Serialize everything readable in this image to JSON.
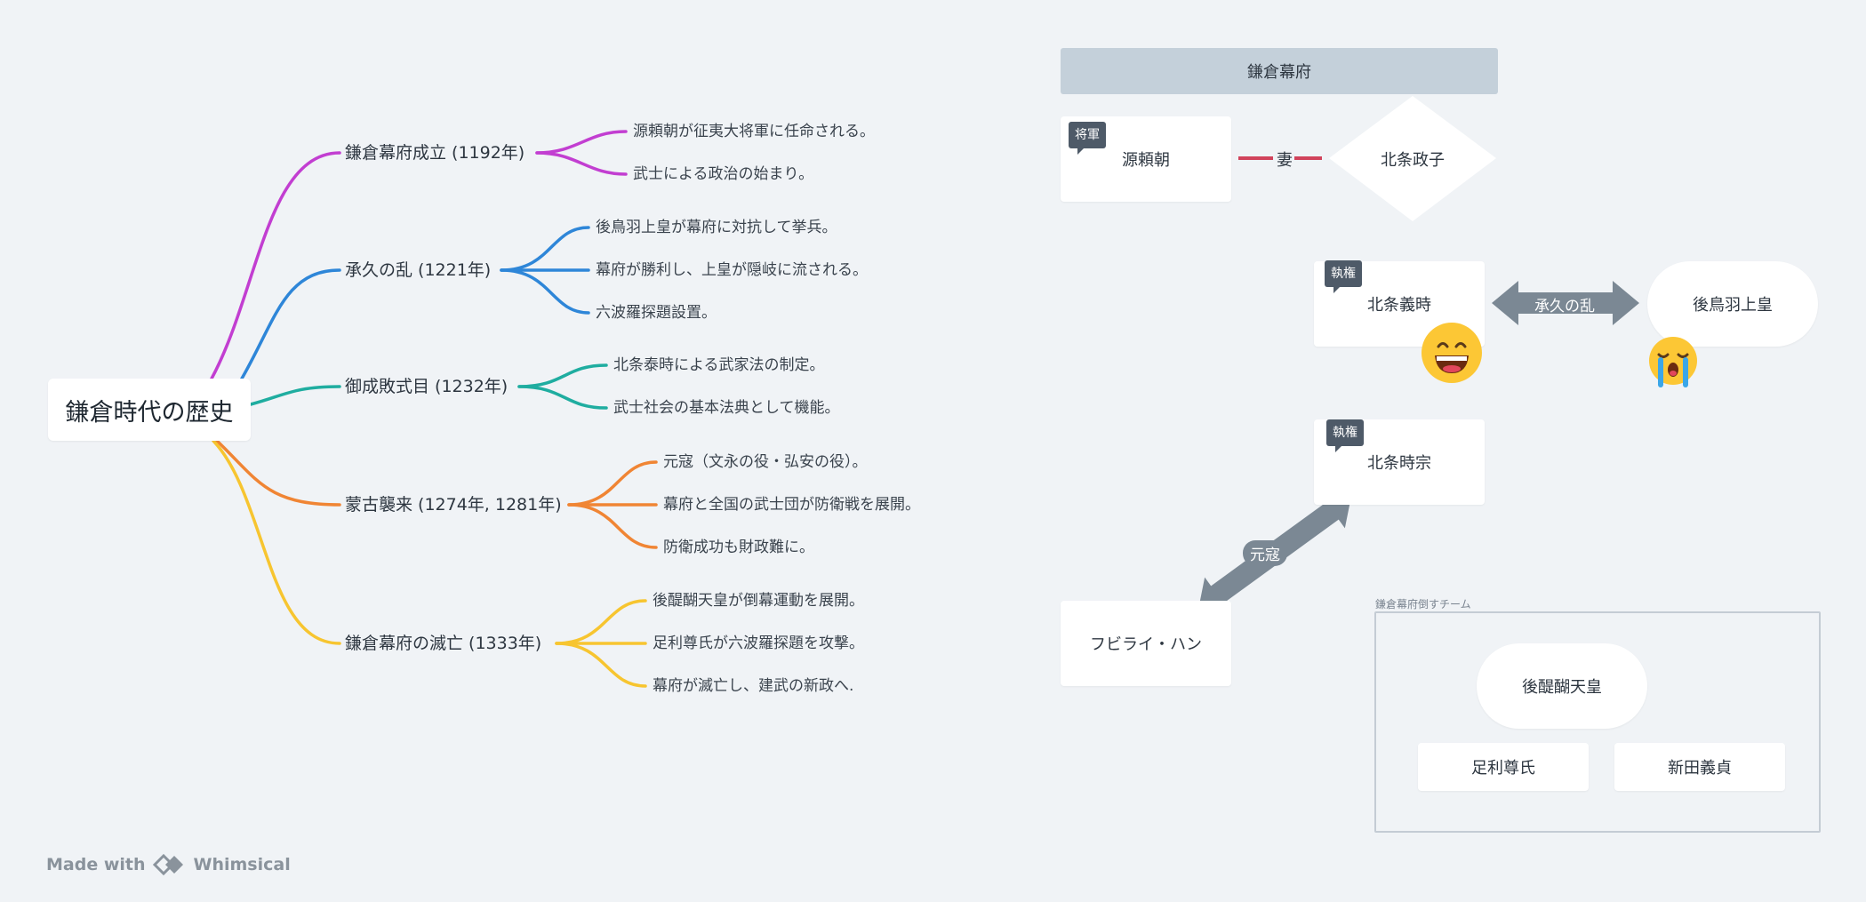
{
  "mindmap": {
    "root": "鎌倉時代の歴史",
    "branches": [
      {
        "label": "鎌倉幕府成立 (1192年)",
        "color": "#c23ed1",
        "children": [
          "源頼朝が征夷大将軍に任命される。",
          "武士による政治の始まり。"
        ]
      },
      {
        "label": "承久の乱 (1221年)",
        "color": "#2e86d8",
        "children": [
          "後鳥羽上皇が幕府に対抗して挙兵。",
          "幕府が勝利し、上皇が隠岐に流される。",
          "六波羅探題設置。"
        ]
      },
      {
        "label": "御成敗式目 (1232年)",
        "color": "#1fada0",
        "children": [
          "北条泰時による武家法の制定。",
          "武士社会の基本法典として機能。"
        ]
      },
      {
        "label": "蒙古襲来 (1274年, 1281年)",
        "color": "#f08534",
        "children": [
          "元寇（文永の役・弘安の役）。",
          "幕府と全国の武士団が防衛戦を展開。",
          "防衛成功も財政難に。"
        ]
      },
      {
        "label": "鎌倉幕府の滅亡 (1333年)",
        "color": "#f7c530",
        "children": [
          "後醍醐天皇が倒幕運動を展開。",
          "足利尊氏が六波羅探題を攻撃。",
          "幕府が滅亡し、建武の新政へ."
        ]
      }
    ]
  },
  "diagram": {
    "header": "鎌倉幕府",
    "minamoto": {
      "label": "源頼朝",
      "tag": "将軍"
    },
    "wife_link": "妻",
    "hojo_masako": "北条政子",
    "hojo_yoshitoki": {
      "label": "北条義時",
      "tag": "執権"
    },
    "jokyu_arrow": "承久の乱",
    "gotoba": "後鳥羽上皇",
    "hojo_tokimune": {
      "label": "北条時宗",
      "tag": "執権"
    },
    "genko_arrow": "元寇",
    "kublai": "フビライ・ハン",
    "group": {
      "label": "鎌倉幕府倒すチーム",
      "godaigo": "後醍醐天皇",
      "ashikaga": "足利尊氏",
      "nitta": "新田義貞"
    },
    "colors": {
      "link_red": "#d1435b",
      "arrow_gray": "#7b8894",
      "tag_dark": "#4e5a68"
    }
  },
  "footer": {
    "made_with": "Made with",
    "brand": "Whimsical"
  }
}
